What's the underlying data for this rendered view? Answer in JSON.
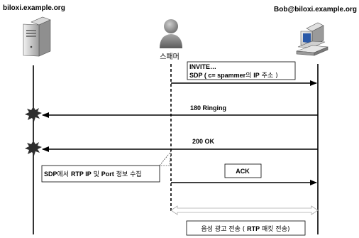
{
  "participants": {
    "left_host": "biloxi.example.org",
    "middle_label": "스패머",
    "right_host": "Bob@biloxi.example.org"
  },
  "messages": {
    "invite_line1": "INVITE…",
    "invite_line2_a": "SDP ( c= spammer",
    "invite_line2_b": "의 ",
    "invite_line2_c": "IP",
    "invite_line2_d": " 주소 )",
    "ringing": "180 Ringing",
    "ok": "200 OK",
    "ack": "ACK"
  },
  "notes": {
    "collect_a": "SDP",
    "collect_b": "에서 ",
    "collect_c": "RTP IP",
    "collect_d": " 및 ",
    "collect_e": "Port",
    "collect_f": " 정보 수집",
    "transfer_a": "음성 광고 전송 ( ",
    "transfer_b": "RTP",
    "transfer_c": " 패킷 전송)"
  },
  "icons": {
    "server": "server-icon",
    "person": "person-icon",
    "workstation": "computer-icon",
    "explosion": "explosion-icon"
  },
  "colors": {
    "line": "#000000",
    "icon_gray": "#8a8a8a",
    "screen_blue": "#2a59a8"
  }
}
